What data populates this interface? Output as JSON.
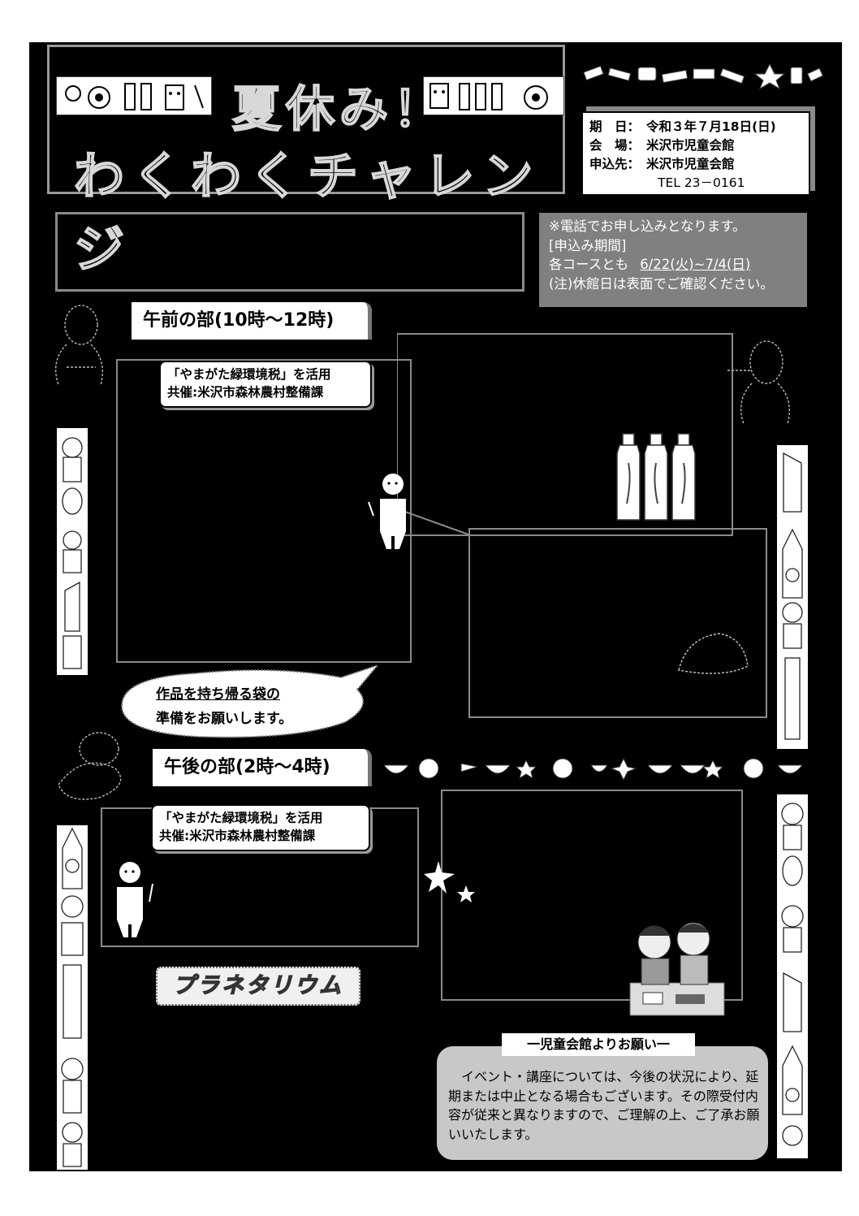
{
  "header": {
    "title_line1": "夏休み！",
    "title_line2": "わくわくチャレンジ"
  },
  "info": {
    "rows": [
      {
        "label": "期　日：",
        "value": "令和３年７月18日(日)"
      },
      {
        "label": "会　場：",
        "value": "米沢市児童会館"
      },
      {
        "label": "申込先：",
        "value": "米沢市児童会館"
      }
    ],
    "tel": "TEL 23－0161"
  },
  "notice": {
    "line1": "※電話でお申し込みとなります。",
    "line2": "[申込み期間]",
    "line3_prefix": "各コースとも",
    "line3_dates": "6/22(火)~7/4(日)",
    "line4": "(注)休館日は表面でご確認ください。"
  },
  "morning": {
    "tab": "午前の部(10時～12時)",
    "label_line1": "「やまがた緑環境税」を活用",
    "label_line2": "共催:米沢市森林農村整備課"
  },
  "bubble": {
    "line1": "作品を持ち帰る袋の",
    "line2": "準備をお願いします。"
  },
  "afternoon": {
    "tab": "午後の部(2時～4時)",
    "label_line1": "「やまがた緑環境税」を活用",
    "label_line2": "共催:米沢市森林農村整備課",
    "planetarium": "プラネタリウム"
  },
  "request": {
    "title": "一児童会館よりお願い一",
    "body": "　イベント・講座については、今後の状況により、延期または中止となる場合もございます。その際受付内容が従来と異なりますので、ご理解の上、ご了承お願いいたします。"
  },
  "colors": {
    "background": "#000000",
    "frame": "#8a8a8a",
    "notice_grey": "#808080",
    "request_grey": "#c8c8c8"
  }
}
